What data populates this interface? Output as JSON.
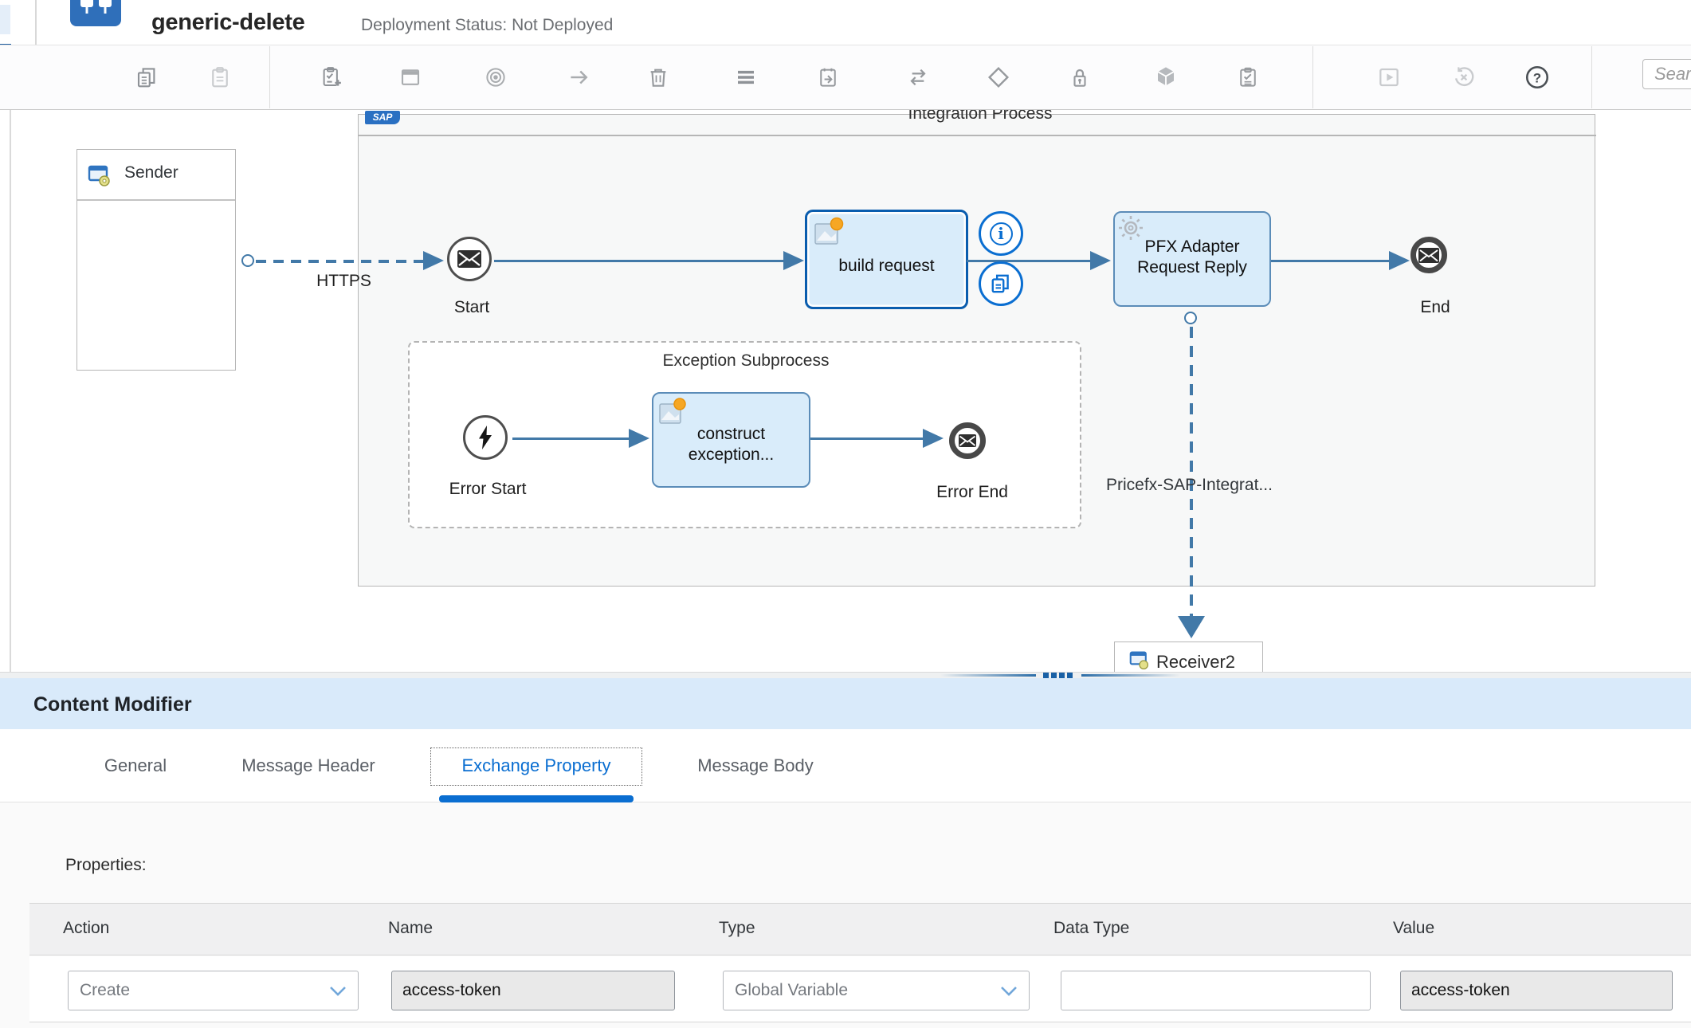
{
  "header": {
    "title": "generic-delete",
    "status": "Deployment Status: Not Deployed"
  },
  "toolbar": {
    "search_placeholder": "Search",
    "icons": [
      "copy",
      "paste",
      "clipboard-add",
      "window",
      "target",
      "arrow-right",
      "trash",
      "menu",
      "calendar-export",
      "swap-arrows",
      "diamond",
      "lock",
      "cube",
      "checklist",
      "play",
      "undo-cancel",
      "help"
    ]
  },
  "canvas": {
    "integration_process_title": "Integration Process",
    "sap_logo": "SAP",
    "sender_label": "Sender",
    "https_label": "HTTPS",
    "start_label": "Start",
    "build_request_label": "build request",
    "pfx_line1": "PFX Adapter",
    "pfx_line2": "Request Reply",
    "end_label": "End",
    "exception": {
      "title": "Exception Subprocess",
      "error_start_label": "Error Start",
      "construct_line1": "construct",
      "construct_line2": "exception...",
      "error_end_label": "Error End"
    },
    "pricefx_label": "Pricefx-SAP-Integrat...",
    "receiver_label": "Receiver2"
  },
  "panel": {
    "title": "Content Modifier",
    "tabs": [
      {
        "label": "General"
      },
      {
        "label": "Message Header"
      },
      {
        "label": "Exchange Property"
      },
      {
        "label": "Message Body"
      }
    ],
    "properties_label": "Properties:",
    "table": {
      "columns": [
        "Action",
        "Name",
        "Type",
        "Data Type",
        "Value"
      ],
      "row": {
        "action": "Create",
        "name": "access-token",
        "type": "Global Variable",
        "data_type": "",
        "value": "access-token"
      }
    }
  },
  "colors": {
    "accent": "#0a6ed1",
    "selected_border": "#0a5dae",
    "flow": "#4279a8",
    "task_fill": "#d9ecfa",
    "panel_header": "#d9eafa"
  }
}
